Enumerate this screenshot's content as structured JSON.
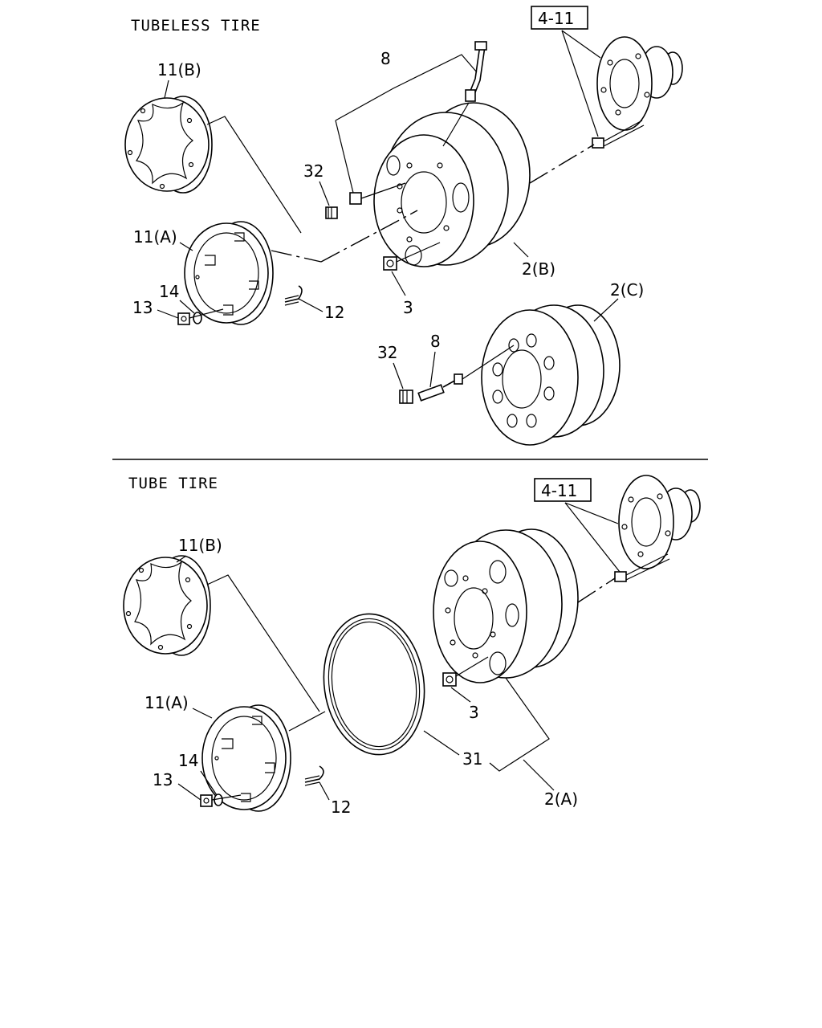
{
  "sections": [
    {
      "title": "TUBELESS TIRE"
    },
    {
      "title": "TUBE TIRE"
    }
  ],
  "refs": {
    "ref_4_11": "4-11"
  },
  "callouts": {
    "t_11b": "11(B)",
    "t_11a": "11(A)",
    "t_8": "8",
    "t_32": "32",
    "t_3": "3",
    "t_2b": "2(B)",
    "t_2c": "2(C)",
    "t_14": "14",
    "t_13": "13",
    "t_12": "12",
    "t_32b": "32",
    "t_8b": "8",
    "b_11b": "11(B)",
    "b_11a": "11(A)",
    "b_14": "14",
    "b_13": "13",
    "b_12": "12",
    "b_3": "3",
    "b_31": "31",
    "b_2a": "2(A)"
  }
}
